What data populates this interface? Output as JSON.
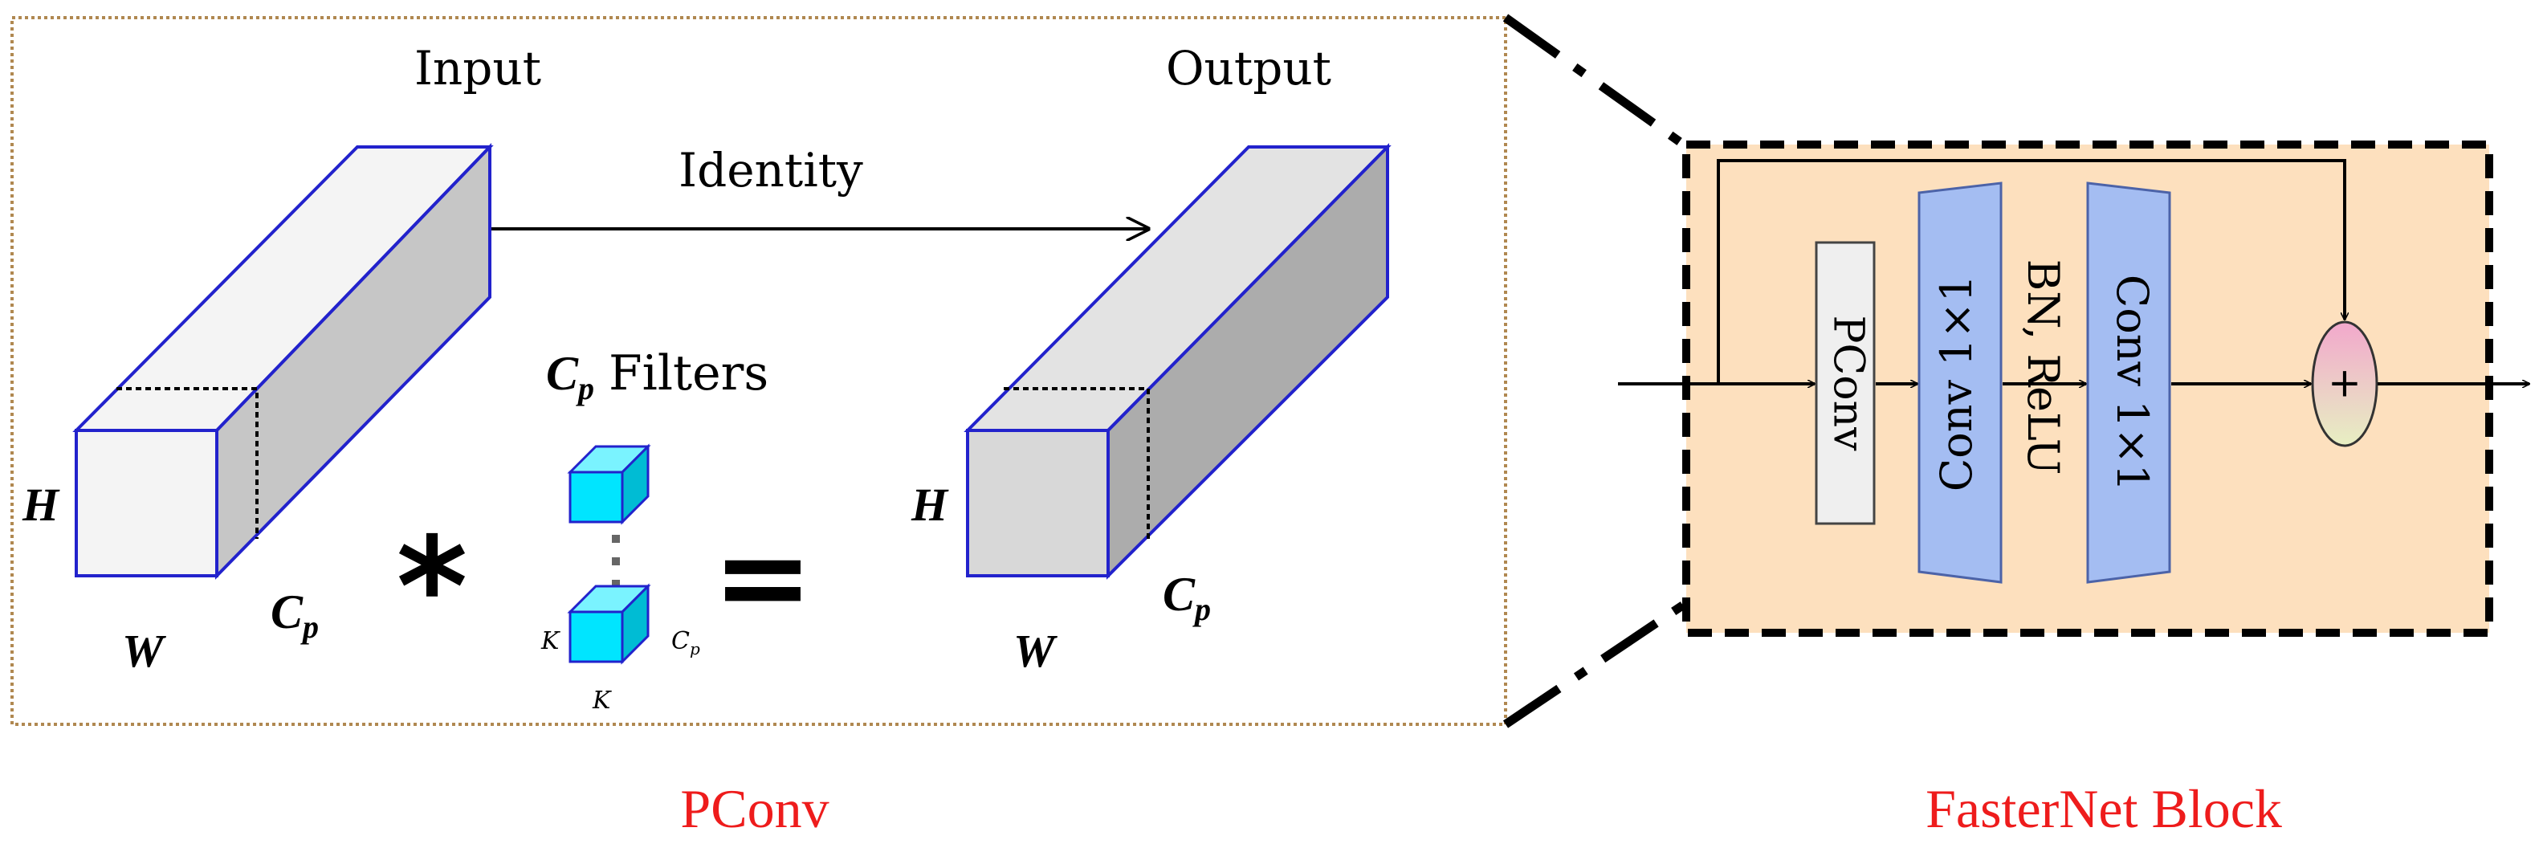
{
  "pconv_panel": {
    "input_label": "Input",
    "output_label": "Output",
    "identity_label": "Identity",
    "filters_label": "Filters",
    "filter_symbol_main": "C",
    "filter_symbol_sub": "p",
    "height_label": "H",
    "width_label": "W",
    "channel_main": "C",
    "channel_sub": "p",
    "convolution_operator": "*",
    "equals_operator": "=",
    "kernel_label": "K",
    "kernel_label_bottom": "K",
    "kernel_channel_main": "C",
    "kernel_channel_sub": "p",
    "caption": "PConv"
  },
  "fasternet_block": {
    "pconv_label": "PConv",
    "conv1_label": "Conv 1×1",
    "norm_act_label": "BN, ReLU",
    "conv2_label": "Conv 1×1",
    "add_symbol": "+",
    "caption": "FasterNet Block"
  },
  "colors": {
    "panel_border": "#b08850",
    "block_fill": "#fde0be",
    "conv_fill": "#a4bdf2",
    "conv_stroke": "#4c63a8",
    "pconv_fill": "#efefef",
    "cube_edge": "#2222cc",
    "filter_cube": "#00e5ff",
    "add_fill_top": "#f2a8cc",
    "add_fill_bottom": "#e7efc2",
    "caption": "#ee1c1c"
  }
}
